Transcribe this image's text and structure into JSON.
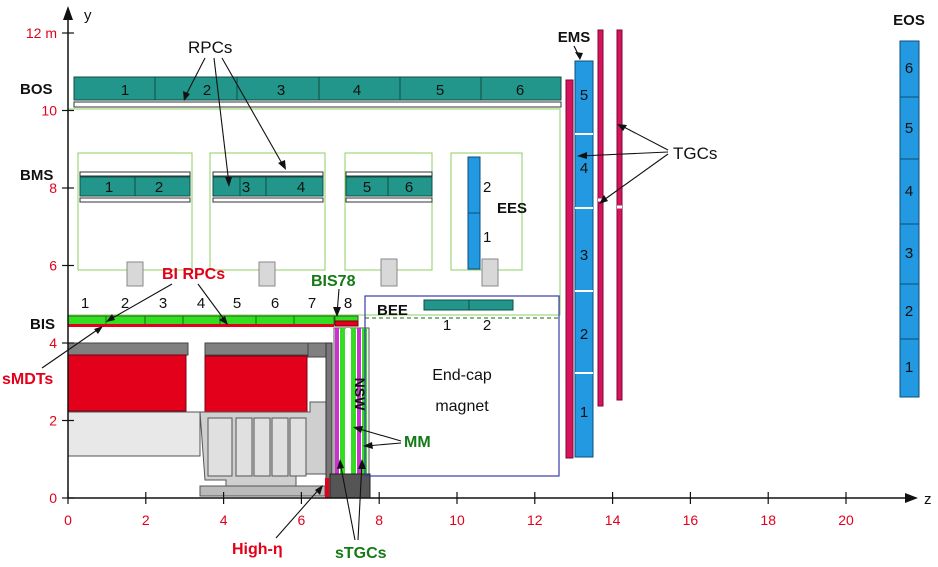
{
  "axes": {
    "y_label": "y",
    "z_label": "z",
    "y_ticks": [
      "0",
      "2",
      "4",
      "6",
      "8",
      "10",
      "12 m"
    ],
    "z_ticks": [
      "0",
      "2",
      "4",
      "6",
      "8",
      "10",
      "12",
      "14",
      "16",
      "18",
      "20"
    ]
  },
  "stations": {
    "bos": {
      "label": "BOS",
      "chambers": [
        "1",
        "2",
        "3",
        "4",
        "5",
        "6"
      ]
    },
    "bms": {
      "label": "BMS",
      "chambers": [
        "1",
        "2",
        "3",
        "4",
        "5",
        "6"
      ]
    },
    "bis": {
      "label": "BIS",
      "chambers": [
        "1",
        "2",
        "3",
        "4",
        "5",
        "6",
        "7",
        "8"
      ]
    },
    "ees": {
      "label": "EES",
      "chambers": [
        "1",
        "2"
      ]
    },
    "bee": {
      "label": "BEE",
      "chambers": [
        "1",
        "2"
      ]
    },
    "ems": {
      "label": "EMS",
      "chambers": [
        "1",
        "2",
        "3",
        "4",
        "5"
      ]
    },
    "eos": {
      "label": "EOS",
      "chambers": [
        "1",
        "2",
        "3",
        "4",
        "5",
        "6"
      ]
    }
  },
  "labels": {
    "rpcs": "RPCs",
    "tgcs": "TGCs",
    "bi_rpcs": "BI RPCs",
    "bis78": "BIS78",
    "smdts": "sMDTs",
    "nsw": "NSW",
    "mm": "MM",
    "stgcs": "sTGCs",
    "high_eta": "High-η",
    "endcap_magnet": [
      "End-cap",
      "magnet"
    ]
  },
  "colors": {
    "mdt_teal": "#22968a",
    "rpc_green": "#33dd22",
    "red": "#e3001b",
    "tgc_magenta": "#d6145e",
    "ems_blue": "#2299e0",
    "nsw_violet": "#cc33cc",
    "axis_red": "#e3001b",
    "label_green": "#157a15",
    "magnet_box": "#3a3aaa",
    "outline_green": "#8ccc66"
  }
}
